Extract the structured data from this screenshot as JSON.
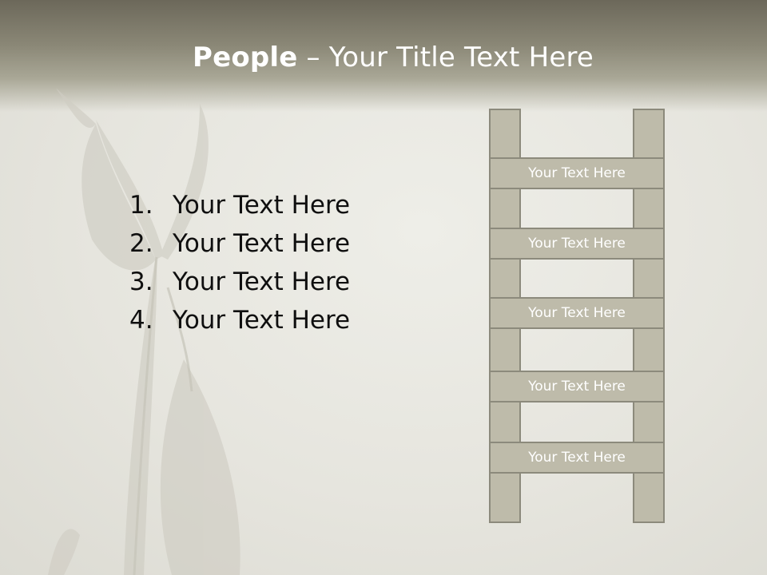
{
  "slide": {
    "title_bold": "People",
    "title_rest": " – Your Title Text Here",
    "list_items": [
      {
        "number": "1.",
        "text": "Your Text Here"
      },
      {
        "number": "2.",
        "text": "Your Text Here"
      },
      {
        "number": "3.",
        "text": "Your Text Here"
      },
      {
        "number": "4.",
        "text": "Your Text Here"
      }
    ],
    "ladder_rungs": [
      "Your Text Here",
      "Your Text Here",
      "Your Text Here",
      "Your Text Here",
      "Your Text Here"
    ]
  },
  "colors": {
    "header_band": "#8a8776",
    "ladder_fill": "#bebbaa",
    "ladder_border": "#8c8a7c",
    "text_dark": "#0f0f0f"
  }
}
